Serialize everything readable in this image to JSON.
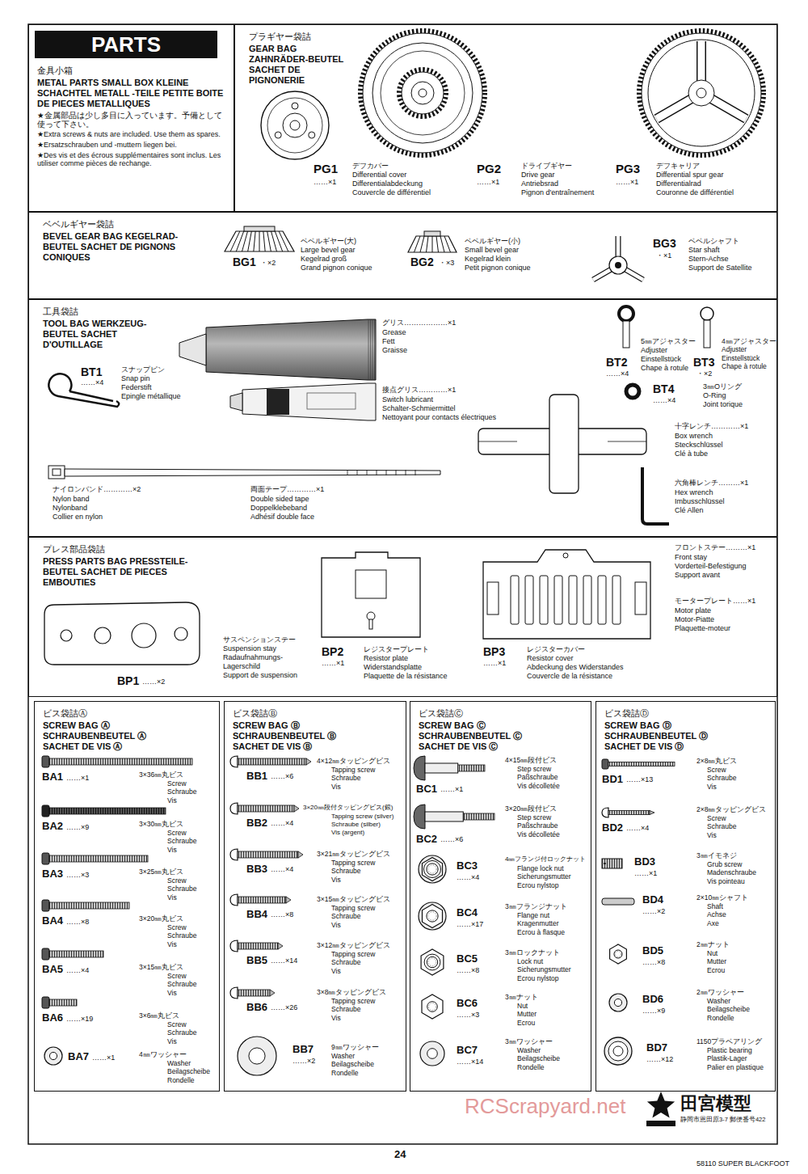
{
  "diagram": {
    "nodes": [
      {
        "text": [
          "金具小箱",
          "METAL PARTS SMALL BOX KLEINE SCHACHTEL METALL -TEILE PETITE BOITE DE PIECES METALLIQUES",
          "★金属部品は少し多目に入っています。予備として使って下さい。",
          "★Extra screws & nuts are included. Use them as spares.",
          "★Ersatzschrauben und -muttern liegen bei.",
          "★Des vis et des écrous supplémentaires sont inclus. Les utiliser comme pièces de rechange."
        ]
      },
      {
        "text": [
          "PARTS"
        ],
        "in": 0
      },
      {
        "text": [
          "プラギヤー袋詰",
          "GEAR BAG ZAHNRÄDER-BEUTEL SACHET DE PIGNONERIE"
        ]
      },
      {
        "text": [
          "ベベルギヤー袋詰",
          "BEVEL GEAR BAG KEGELRAD-BEUTEL SACHET DE PIGNONS CONIQUES"
        ]
      },
      {
        "text": [
          "工具袋詰",
          "TOOL BAG WERKZEUG-BEUTEL SACHET D'OUTILLAGE"
        ]
      },
      {
        "text": [
          "プレス部品袋詰",
          "PRESS PARTS BAG PRESSTEILE-BEUTEL SACHET DE PIECES EMBOUTIES"
        ]
      },
      {
        "text": [
          "ビス袋詰Ⓐ",
          "SCREW BAG Ⓐ SCHRAUBENBEUTEL Ⓐ SACHET DE VIS Ⓐ"
        ]
      },
      {
        "text": [
          "ビス袋詰Ⓑ",
          "SCREW BAG Ⓑ SCHRAUBENBEUTEL Ⓑ SACHET DE VIS Ⓑ"
        ]
      },
      {
        "text": [
          "ビス袋詰Ⓒ",
          "SCREW BAG Ⓒ SCHRAUBENBEUTEL Ⓒ SACHET DE VIS Ⓒ"
        ]
      },
      {
        "text": [
          "ビス袋詰Ⓓ",
          "SCREW BAG Ⓓ SCHRAUBENBEUTEL Ⓓ SACHET DE VIS Ⓓ"
        ]
      }
    ],
    "labels": [
      "PG1",
      "……×1",
      "デフカバー",
      "Differential cover",
      "Differentialabdeckung",
      "Couvercle de différentiel",
      "PG2",
      "……×1",
      "ドライブギヤー",
      "Drive gear",
      "Antriebsrad",
      "Pignon d'entraînement",
      "PG3",
      "……×1",
      "デフキャリア",
      "Differential spur gear",
      "Differentialrad",
      "Couronne de différentiel",
      "BG1",
      "・×2",
      "ベベルギヤー(大)",
      "Large bevel gear",
      "Kegelrad groß",
      "Grand pignon conique",
      "BG2",
      "・×3",
      "ベベルギヤー(小)",
      "Small bevel gear",
      "Kegelrad klein",
      "Petit pignon conique",
      "BG3",
      "・×1",
      "ベベルシャフト",
      "Star shaft",
      "Stern-Achse",
      "Support de Satellite",
      "グリス………………×1",
      "Grease",
      "Fett",
      "Graisse",
      "接点グリス…………×1",
      "Switch lubricant",
      "Schalter-Schmiermittel",
      "Nettoyant pour contacts électriques",
      "BT1",
      "……×4",
      "スナップピン",
      "Snap pin",
      "Federstift",
      "Epingle métallique",
      "BT2",
      "……×4",
      "5㎜アジャスター",
      "Adjuster",
      "Einstellstück",
      "Chape à rotule",
      "BT3",
      "・×2",
      "4㎜アジャスター",
      "Adjuster",
      "Einstellstück",
      "Chape à rotule",
      "BT4",
      "……×4",
      "3㎜Oリング",
      "O-Ring",
      "Joint torique",
      "十字レンチ…………×1",
      "Box wrench",
      "Steckschlüssel",
      "Clé à tube",
      "六角棒レンチ………×1",
      "Hex wrench",
      "Imbusschlüssel",
      "Clé Allen",
      "ナイロンバンド…………×2",
      "Nylon band",
      "Nylonband",
      "Collier en nylon",
      "両面テープ…………×1",
      "Double sided tape",
      "Doppelklebeband",
      "Adhésif double face",
      "BP1",
      "……×2",
      "サスペンションステー",
      "Suspension stay",
      "Radaufnahmungs-",
      "Lagerschild",
      "Support de suspension",
      "BP2",
      "……×1",
      "レジスタープレート",
      "Resistor plate",
      "Widerstandsplatte",
      "Plaquette de la résistance",
      "BP3",
      "……×1",
      "レジスターカバー",
      "Resistor cover",
      "Abdeckung des Widerstandes",
      "Couvercle de la résistance",
      "フロントステー………×1",
      "Front stay",
      "Vorderteil-Befestigung",
      "Support avant",
      "モータープレート……×1",
      "Motor plate",
      "Motor-Piatte",
      "Plaquette-moteur",
      "BA1",
      "……×1",
      "3×36㎜丸ビス",
      "Screw",
      "Schraube",
      "Vis",
      "BA2",
      "……×9",
      "3×30㎜丸ビス",
      "Screw",
      "Schraube",
      "Vis",
      "BA3",
      "……×3",
      "3×25㎜丸ビス",
      "Screw",
      "Schraube",
      "Vis",
      "BA4",
      "……×8",
      "3×20㎜丸ビス",
      "Screw",
      "Schraube",
      "Vis",
      "BA5",
      "……×4",
      "3×15㎜丸ビス",
      "Screw",
      "Schraube",
      "Vis",
      "BA6",
      "……×19",
      "3×6㎜丸ビス",
      "Screw",
      "Schraube",
      "Vis",
      "BA7",
      "……×1",
      "4㎜ワッシャー",
      "Washer",
      "Beilagscheibe",
      "Rondelle",
      "BB1",
      "……×6",
      "4×12㎜タッピングビス",
      "Tapping screw",
      "Schraube",
      "Vis",
      "BB2",
      "……×4",
      "3×20㎜段付タッピングビス(銀)",
      "Tapping screw (silver)",
      "Schraube (silber)",
      "Vis (argent)",
      "BB3",
      "……×4",
      "3×21㎜タッピングビス",
      "Tapping screw",
      "Schraube",
      "Vis",
      "BB4",
      "……×8",
      "3×15㎜タッピングビス",
      "Tapping screw",
      "Schraube",
      "Vis",
      "BB5",
      "……×14",
      "3×12㎜タッピングビス",
      "Tapping screw",
      "Schraube",
      "Vis",
      "BB6",
      "……×26",
      "3×8㎜タッピングビス",
      "Tapping screw",
      "Schraube",
      "Vis",
      "BB7",
      "……×2",
      "9㎜ワッシャー",
      "Washer",
      "Beilagscheibe",
      "Rondelle",
      "BC1",
      "……×1",
      "4×15㎜段付ビス",
      "Step screw",
      "Paßschraube",
      "Vis décolletée",
      "BC2",
      "……×6",
      "3×20㎜段付ビス",
      "Step screw",
      "Paßschraube",
      "Vis décolletée",
      "BC3",
      "……×4",
      "4㎜フランジ付ロックナット",
      "Flange lock nut",
      "Sicherungsmutter",
      "Ecrou nylstop",
      "BC4",
      "……×17",
      "3㎜フランジナット",
      "Flange nut",
      "Kragenmutter",
      "Ecrou à flasque",
      "BC5",
      "……×8",
      "3㎜ロックナット",
      "Lock nut",
      "Sicherungsmutter",
      "Ecrou nylstop",
      "BC6",
      "……×3",
      "3㎜ナット",
      "Nut",
      "Mutter",
      "Ecrou",
      "BC7",
      "……×14",
      "3㎜ワッシャー",
      "Washer",
      "Beilagscheibe",
      "Rondelle",
      "BD1",
      "……×13",
      "2×8㎜丸ビス",
      "Screw",
      "Schraube",
      "Vis",
      "BD2",
      "……×4",
      "2×8㎜タッピングビス",
      "Screw",
      "Schraube",
      "Vis",
      "BD3",
      "……×1",
      "3㎜イモネジ",
      "Grub screw",
      "Madenschraube",
      "Vis pointeau",
      "BD4",
      "……×2",
      "2×10㎜シャフト",
      "Shaft",
      "Achse",
      "Axe",
      "BD5",
      "……×8",
      "2㎜ナット",
      "Nut",
      "Mutter",
      "Ecrou",
      "BD6",
      "……×9",
      "2㎜ワッシャー",
      "Washer",
      "Beilagscheibe",
      "Rondelle",
      "BD7",
      "……×12",
      "1150プラベアリング",
      "Plastic bearing",
      "Plastik-Lager",
      "Palier en plastique",
      "RCScrapyard.net",
      "田宮模型",
      "静岡市恩田原3-7 郵便番号422",
      "24",
      "58110 SUPER BLACKFOOT"
    ]
  }
}
